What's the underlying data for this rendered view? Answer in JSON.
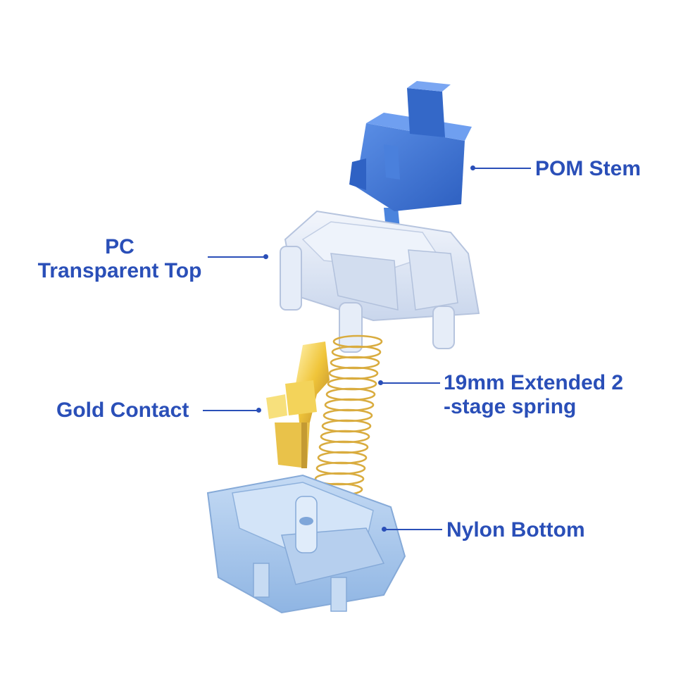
{
  "labels": {
    "stem": "POM Stem",
    "top_line1": "PC",
    "top_line2": "Transparent Top",
    "contact": "Gold Contact",
    "spring_line1": "19mm Extended 2",
    "spring_line2": "-stage spring",
    "bottom": "Nylon Bottom"
  },
  "colors": {
    "label": "#2a4fb8",
    "stem": "#3d74d4",
    "top": "#dde6f4",
    "spring": "#e0b84a",
    "contact": "#f0c53a",
    "bottom": "#a9c8ec"
  }
}
